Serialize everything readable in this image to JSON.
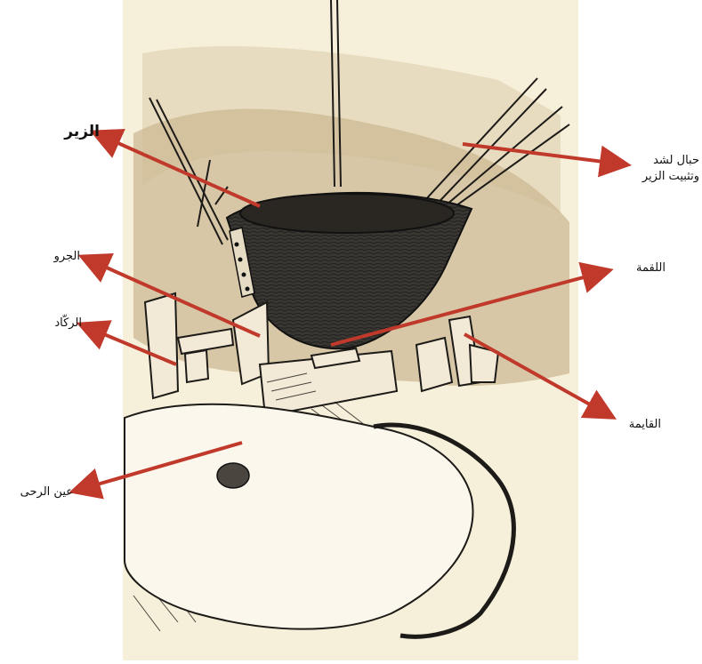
{
  "labels": {
    "zir": "الزير",
    "ropes_line1": "حبال لشد",
    "ropes_line2": "وتثبيت الزير",
    "jaru": "الجرو",
    "luqma": "اللقمة",
    "rakkad": "الركّاد",
    "qayima": "القايمة",
    "ayn_rahaa": "عين الرحى"
  },
  "colors": {
    "arrow": "#c0392b",
    "paper": "#f6efd9",
    "wash": "#bda57e",
    "ink": "#1d1b18"
  }
}
